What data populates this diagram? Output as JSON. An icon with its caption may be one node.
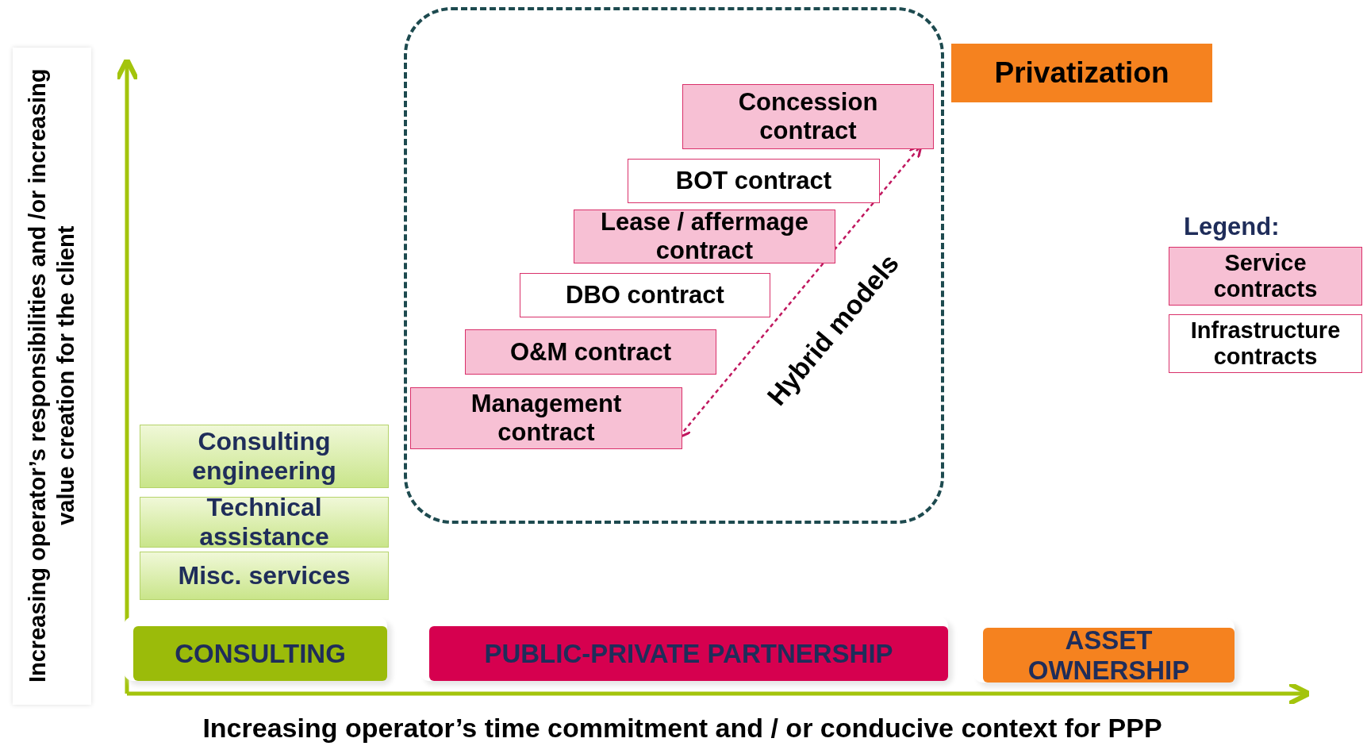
{
  "diagram": {
    "nodes": [
      {
        "text": [
          "Privatization"
        ]
      },
      {
        "text": [],
        "shape": "box"
      },
      {
        "text": [
          "Concession contract"
        ],
        "in": 1
      },
      {
        "text": [
          "BOT contract"
        ],
        "in": 1
      },
      {
        "text": [
          "Lease / affermage contract"
        ],
        "in": 1
      },
      {
        "text": [
          "DBO contract"
        ],
        "in": 1
      },
      {
        "text": [
          "O&M contract"
        ],
        "in": 1
      },
      {
        "text": [
          "Management contract"
        ],
        "in": 1
      },
      {
        "text": [
          "Consulting engineering"
        ]
      },
      {
        "text": [
          "Technical assistance"
        ]
      },
      {
        "text": [
          "Misc. services"
        ]
      },
      {
        "text": [
          "CONSULTING"
        ]
      },
      {
        "text": [
          "PUBLIC-PRIVATE PARTNERSHIP"
        ]
      },
      {
        "text": [
          "ASSET OWNERSHIP"
        ]
      }
    ],
    "edges": [
      {
        "from": 7,
        "to": 2,
        "arrow": "both",
        "label": "Hybrid models",
        "style": "dashed"
      }
    ],
    "labels": [
      "Legend:",
      "Increasing operator’s responsibilities and /or increasing value creation for the client",
      "Increasing operator’s time commitment and / or conducive context for PPP"
    ],
    "legend": [
      {
        "text": "Service contracts",
        "color": "#f7c0d4"
      },
      {
        "text": "Infrastructure contracts",
        "color": "#ffffff"
      }
    ]
  }
}
